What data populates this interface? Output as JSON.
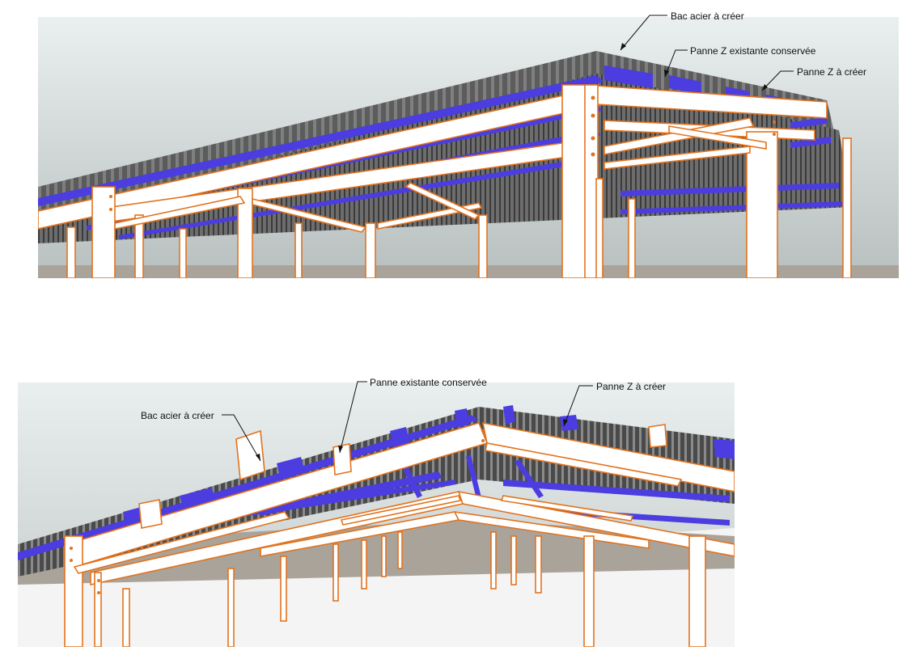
{
  "colors": {
    "sky_top": "#e8eeee",
    "sky_bottom": "#b9c0c0",
    "ground": "#a9a39a",
    "steel_outline": "#e2731e",
    "steel_fill": "#ffffff",
    "purlin_new": "#4b3de0",
    "roof_deck": "#4a4a4a",
    "leader": "#111111"
  },
  "top_view": {
    "labels": {
      "bac_acier": "Bac acier à créer",
      "panne_existante": "Panne Z existante conservée",
      "panne_z": "Panne Z à créer"
    }
  },
  "bottom_view": {
    "labels": {
      "panne_existante": "Panne existante conservée",
      "panne_z": "Panne Z à créer",
      "bac_acier": "Bac acier à créer"
    }
  }
}
